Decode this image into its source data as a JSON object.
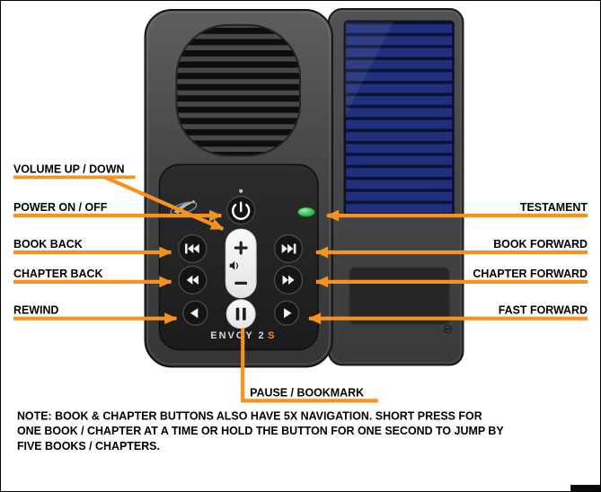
{
  "device": {
    "name": "ENVOY 2",
    "variant": "S"
  },
  "labels": {
    "left": [
      {
        "text": "VOLUME UP / DOWN"
      },
      {
        "text": "POWER ON / OFF"
      },
      {
        "text": "BOOK BACK"
      },
      {
        "text": "CHAPTER BACK"
      },
      {
        "text": "REWIND"
      }
    ],
    "right": [
      {
        "text": "TESTAMENT"
      },
      {
        "text": "BOOK FORWARD"
      },
      {
        "text": "CHAPTER FORWARD"
      },
      {
        "text": "FAST FORWARD"
      }
    ],
    "bottom": {
      "text": "PAUSE / BOOKMARK"
    }
  },
  "note": {
    "lines": [
      "NOTE: BOOK & CHAPTER BUTTONS ALSO HAVE 5X NAVIGATION.  SHORT PRESS FOR",
      "ONE BOOK / CHAPTER AT A TIME OR HOLD THE BUTTON FOR ONE SECOND TO JUMP BY",
      "FIVE BOOKS / CHAPTERS."
    ]
  },
  "icons": {
    "power": "⏻",
    "volume_up": "+",
    "volume_down": "−",
    "speaker": "🔉",
    "book_back": "⏮",
    "book_forward": "⏭",
    "chapter_back": "⏪",
    "chapter_forward": "⏩",
    "rewind": "◀",
    "fast_forward": "▶",
    "pause": "⏸",
    "testament_led": "green-oval-led"
  },
  "colors": {
    "arrow": "#F6921E",
    "led_green": "#34B44A",
    "solar_panel_blue": "#20307C",
    "device_body": "#4A4A4C",
    "accent_s": "#F6921E",
    "label_text": "#000000"
  }
}
